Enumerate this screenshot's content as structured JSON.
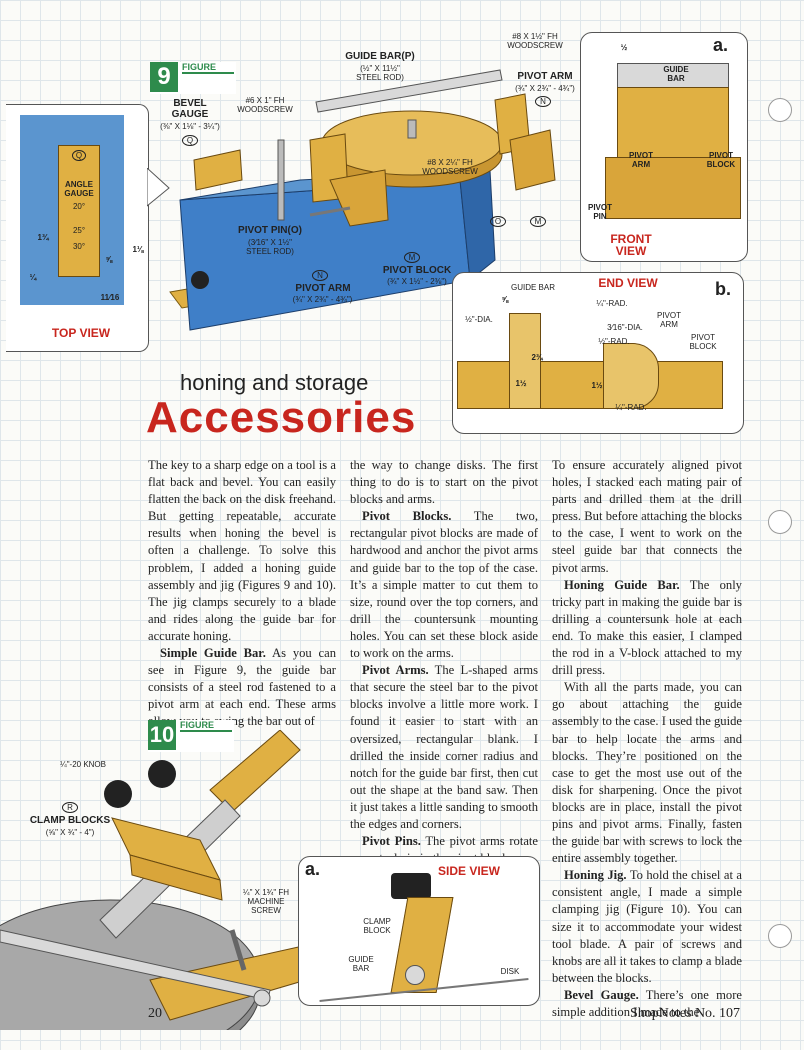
{
  "colors": {
    "accent": "#c8261e",
    "figure_green": "#2e8b4c",
    "wood": "#e0b043",
    "case_blue": "#3f7fc8",
    "panel_blue": "#5b95cf"
  },
  "heading": {
    "kicker": "honing and storage",
    "title": "Accessories"
  },
  "figure9": {
    "badge_num": "9",
    "badge_word": "FIGURE",
    "labels": {
      "guide_bar": "GUIDE BAR",
      "guide_bar_letter": "P",
      "guide_bar_dims": "(½\" x 11½\"\nSTEEL ROD)",
      "screw_top": "#8 x 1½\" Fh\nWOODSCREW",
      "pivot_arm_top": "PIVOT ARM",
      "pivot_arm_top_dims": "(¾\" x 2¾\" - 4¾\")",
      "letter_n_top": "N",
      "bevel_gauge": "BEVEL\nGAUGE",
      "bevel_dims": "(⅜\" x 1⅛\" - 3¼\")",
      "letter_q": "Q",
      "woodscrew_small": "#6 x 1\" Fh\nWOODSCREW",
      "center_screw": "#8 x 2¼\" Fh\nWOODSCREW",
      "pivot_pin": "PIVOT PIN",
      "letter_o": "O",
      "pivot_pin_dims": "(3⁄16\" x 1½\"\nSTEEL ROD)",
      "letter_m": "M",
      "letter_n": "N",
      "letter_o2": "O",
      "letter_m2": "M",
      "pivot_block": "PIVOT BLOCK",
      "pivot_block_dims": "(¾\" x 1½\" - 2⅜\")",
      "pivot_arm_bottom": "PIVOT ARM",
      "pivot_arm_bottom_dims": "(¾\" x 2¾\" - 4¾\")"
    },
    "top_view": {
      "title": "TOP VIEW",
      "gauge_label": "ANGLE\nGAUGE",
      "letter_q": "Q",
      "angles": [
        "20°",
        "25°",
        "30°"
      ],
      "dims": {
        "left": "1¾",
        "right": "1⅛",
        "mid": "⅝",
        "bottom_left": "¼",
        "bottom": "11⁄16"
      }
    },
    "front_view": {
      "letter": "a.",
      "dim_top": "½",
      "guide_bar": "GUIDE\nBAR",
      "pivot_arm": "PIVOT\nARM",
      "pivot_block": "PIVOT\nBLOCK",
      "pivot_pin": "PIVOT\nPIN",
      "title": "FRONT\nVIEW"
    },
    "end_view": {
      "letter": "b.",
      "title": "END VIEW",
      "guide_bar": "GUIDE BAR",
      "rad_top": "¼\"-RAD.",
      "dim_five_eighths": "⅝",
      "dia_left": "½\"-DIA.",
      "dia_pin": "3⁄16\"-DIA.",
      "pivot_arm": "PIVOT\nARM",
      "pivot_block": "PIVOT\nBLOCK",
      "rad_half": "½\"-RAD.",
      "dim_height": "2¾",
      "dim_width": "1½",
      "dim_right": "1½",
      "rad_bottom": "¼\"-RAD."
    }
  },
  "figure10": {
    "badge_num": "10",
    "badge_word": "FIGURE",
    "labels": {
      "knob": "¼\"-20 KNOB",
      "letter_r": "R",
      "clamp_blocks": "CLAMP BLOCKS",
      "clamp_dims": "(⅝\" x ¾\" - 4\")",
      "machine_screw": "¼\" x 1¾\" Fh\nMACHINE\nSCREW"
    },
    "side_view": {
      "letter": "a.",
      "title": "SIDE VIEW",
      "clamp_block": "CLAMP\nBLOCK",
      "guide_bar": "GUIDE\nBAR",
      "disk": "DISK"
    }
  },
  "columns": {
    "col1": [
      {
        "lead": "",
        "text": "The key to a sharp edge on a tool is a flat back and bevel. You can easily flatten the back on the disk freehand. But getting repeatable, accurate results when honing the bevel is often a challenge. To solve this problem, I added a honing guide assembly and jig (Figures 9 and 10). The jig clamps securely to a blade and rides along the guide bar for accurate honing."
      },
      {
        "lead": "Simple Guide Bar.",
        "text": " As you can see in Figure 9, the guide bar consists of a steel rod fastened to a pivot arm at each end. These arms allow you to swing the bar out of"
      }
    ],
    "col2": [
      {
        "lead": "",
        "text": "the way to change disks. The first thing to do is to start on the pivot blocks and arms."
      },
      {
        "lead": "Pivot Blocks.",
        "text": " The two, rectangular pivot blocks are made of hardwood and anchor the pivot arms and guide bar to the top of the case. It’s a simple matter to cut them to size, round over the top corners, and drill the countersunk mounting holes. You can set these block aside to work on the arms."
      },
      {
        "lead": "Pivot Arms.",
        "text": " The L-shaped arms that secure the steel bar to the pivot blocks involve a little more work. I found it easier to start with an oversized, rectangular blank. I drilled the inside corner radius and notch for the guide bar first, then cut out the shape at the band saw. Then it just takes a little sanding to smooth the edges and corners."
      },
      {
        "lead": "Pivot Pins.",
        "text": " The pivot arms rotate on a steel pin in the pivot blocks."
      }
    ],
    "col3": [
      {
        "lead": "",
        "text": "To ensure accurately aligned pivot holes, I stacked each mating pair of parts and drilled them at the drill press. But before attaching the blocks to the case, I went to work on the steel guide bar that connects the pivot arms."
      },
      {
        "lead": "Honing Guide Bar.",
        "text": " The only tricky part in making the guide bar is drilling a countersunk hole at each end. To make this easier, I clamped the rod in a V-block attached to my drill press."
      },
      {
        "lead": "",
        "text": "With all the parts made, you can go about attaching the guide assembly to the case. I used the guide bar to help locate the arms and blocks. They’re positioned on the case to get the most use out of the disk for sharpening. Once the pivot blocks are in place, install the pivot pins and pivot arms. Finally, fasten the guide bar with screws to lock the entire assembly together."
      },
      {
        "lead": "Honing Jig.",
        "text": " To hold the chisel at a consistent angle, I made a simple clamping jig (Figure 10). You can size it to accommodate your widest tool blade. A pair of screws and knobs are all it takes to clamp a blade between the blocks."
      },
      {
        "lead": "Bevel Gauge.",
        "text": " There’s one more simple addition I made to the"
      }
    ]
  },
  "footer": {
    "page_number": "20",
    "publication": "ShopNotes No. 107"
  }
}
